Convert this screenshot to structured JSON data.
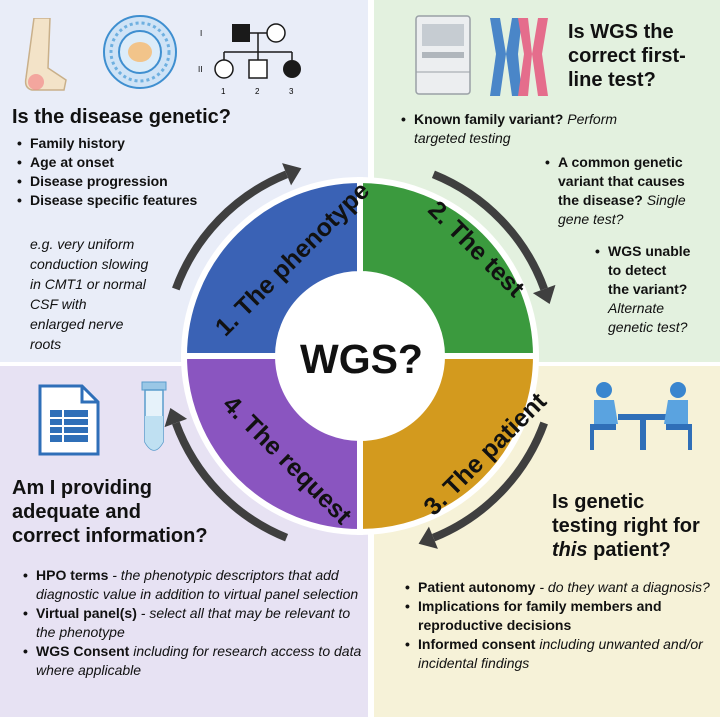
{
  "center_label": "WGS?",
  "segments": {
    "phenotype": "1. The phenotype",
    "test": "2. The test",
    "patient": "3. The patient",
    "request": "4. The request"
  },
  "colors": {
    "phenotype": "#3a62b5",
    "test": "#3b9a3e",
    "patient": "#d39a1e",
    "request": "#8a55c0",
    "arrow": "#3f3f3f"
  },
  "quadrant1": {
    "heading": "Is the disease genetic?",
    "bullets": [
      "Family history",
      "Age at onset",
      "Disease progression",
      "Disease specific features"
    ],
    "example_lines": [
      "e.g. very uniform",
      "conduction slowing",
      "in CMT1 or normal",
      "CSF with",
      "enlarged nerve",
      "roots"
    ],
    "pedigree_labels": [
      "I",
      "II",
      "1",
      "2",
      "3"
    ],
    "icons": [
      "leg-icon",
      "neuron-cell-icon",
      "pedigree-icon"
    ]
  },
  "quadrant2": {
    "heading_lines": [
      "Is WGS the",
      "correct first-",
      "line test?"
    ],
    "items": [
      {
        "lines": [
          "Known family variant?",
          "Perform",
          "targeted testing"
        ]
      },
      {
        "lines": [
          "A common genetic",
          "variant that causes",
          "the disease?",
          "Single",
          "gene test?"
        ]
      },
      {
        "lines": [
          "WGS unable",
          "to detect",
          "the variant?",
          "Alternate",
          "genetic test?"
        ]
      }
    ],
    "icons": [
      "sequencer-icon",
      "chromosome-icon"
    ]
  },
  "quadrant3": {
    "heading_lines": [
      "Am I providing",
      "adequate and",
      "correct information?"
    ],
    "items": [
      {
        "bold": "HPO terms",
        "rest": " - the phenotypic descriptors that add diagnostic value in addition to virtual panel selection"
      },
      {
        "bold": "Virtual panel(s)",
        "rest": " - select all that may be relevant to the phenotype"
      },
      {
        "bold": "WGS Consent",
        "rest": " including for research access to data where applicable"
      }
    ],
    "icons": [
      "document-icon",
      "sample-tube-icon"
    ]
  },
  "quadrant4": {
    "heading_lines": [
      "Is genetic",
      "testing right for",
      "this",
      " patient?"
    ],
    "items": [
      {
        "bold": "Patient autonomy",
        "rest": " - do they want a diagnosis?"
      },
      {
        "bold": "Implications for family members and reproductive decisions",
        "rest": ""
      },
      {
        "bold": "Informed consent",
        "rest": " including unwanted and/or incidental findings"
      }
    ],
    "icons": [
      "consultation-icon"
    ]
  }
}
